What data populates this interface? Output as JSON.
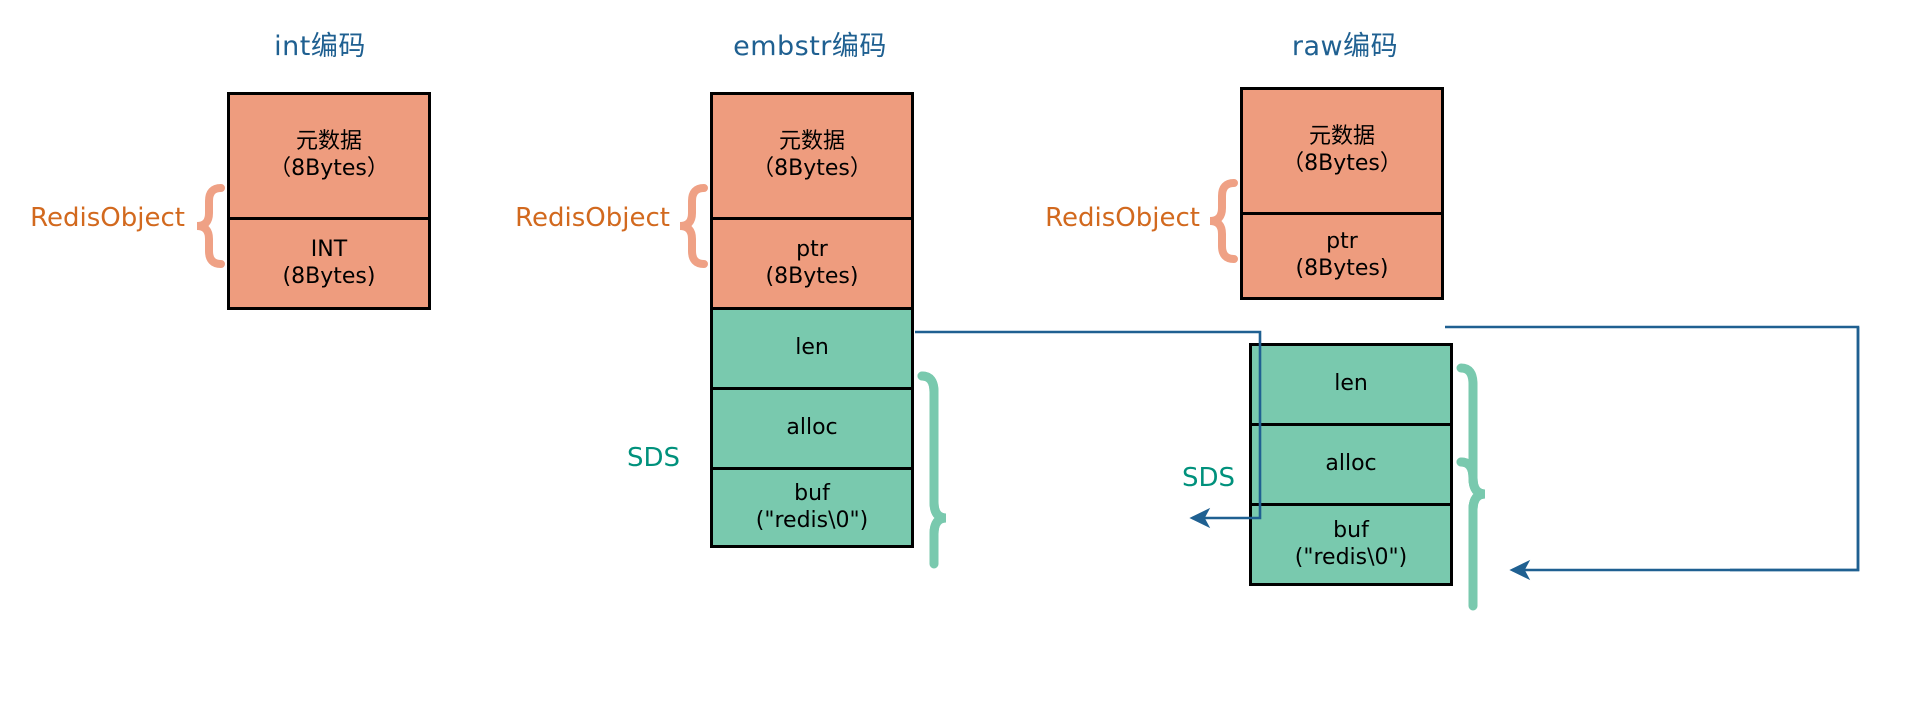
{
  "diagram": {
    "title_color": "#1F6091",
    "redisobject_color": "#D2691E",
    "sds_color": "#00917C",
    "orange_fill": "#EE9C7E",
    "green_fill": "#79C9AE",
    "orange_brace_color": "#EFA185",
    "green_brace_color": "#79C9AE",
    "arrow_color": "#1F6091",
    "border_color": "#000000"
  },
  "panels": [
    {
      "id": "int",
      "title": "int编码",
      "redisobject_label": "RedisObject",
      "sds_label": null,
      "redisobject_cells": [
        {
          "line1": "元数据",
          "line2": "（8Bytes）"
        },
        {
          "line1": "INT",
          "line2": "(8Bytes)"
        }
      ],
      "sds_cells": []
    },
    {
      "id": "embstr",
      "title": "embstr编码",
      "redisobject_label": "RedisObject",
      "sds_label": "SDS",
      "redisobject_cells": [
        {
          "line1": "元数据",
          "line2": "（8Bytes）"
        },
        {
          "line1": "ptr",
          "line2": "(8Bytes)"
        }
      ],
      "sds_cells": [
        {
          "line1": "len",
          "line2": ""
        },
        {
          "line1": "alloc",
          "line2": ""
        },
        {
          "line1": "buf",
          "line2": "(\"redis\\0\")"
        }
      ]
    },
    {
      "id": "raw",
      "title": "raw编码",
      "redisobject_label": "RedisObject",
      "sds_label": "SDS",
      "redisobject_cells": [
        {
          "line1": "元数据",
          "line2": "（8Bytes）"
        },
        {
          "line1": "ptr",
          "line2": "(8Bytes)"
        }
      ],
      "sds_cells": [
        {
          "line1": "len",
          "line2": ""
        },
        {
          "line1": "alloc",
          "line2": ""
        },
        {
          "line1": "buf",
          "line2": "(\"redis\\0\")"
        }
      ]
    }
  ]
}
